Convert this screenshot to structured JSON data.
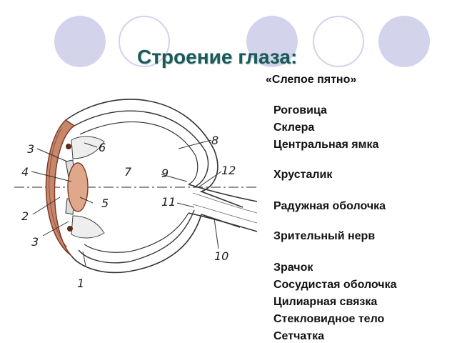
{
  "slide": {
    "title": "Строение глаза:",
    "subtitle": "«Слепое пятно»",
    "terms": [
      "Роговица",
      "Склера",
      "Центральная ямка",
      "Хрусталик",
      "Радужная оболочка",
      "Зрительный нерв",
      "Зрачок",
      "Сосудистая оболочка",
      "Цилиарная связка",
      "Стекловидное тело",
      "Сетчатка"
    ]
  },
  "diagram": {
    "labels": [
      "1",
      "2",
      "3",
      "3",
      "4",
      "5",
      "6",
      "7",
      "8",
      "9",
      "10",
      "11",
      "12"
    ]
  },
  "colors": {
    "accent_circle": "#d3d3ec",
    "title": "#1a5a5a",
    "cornea_fill": "#c8866a",
    "lens_fill": "#e0a88a"
  }
}
